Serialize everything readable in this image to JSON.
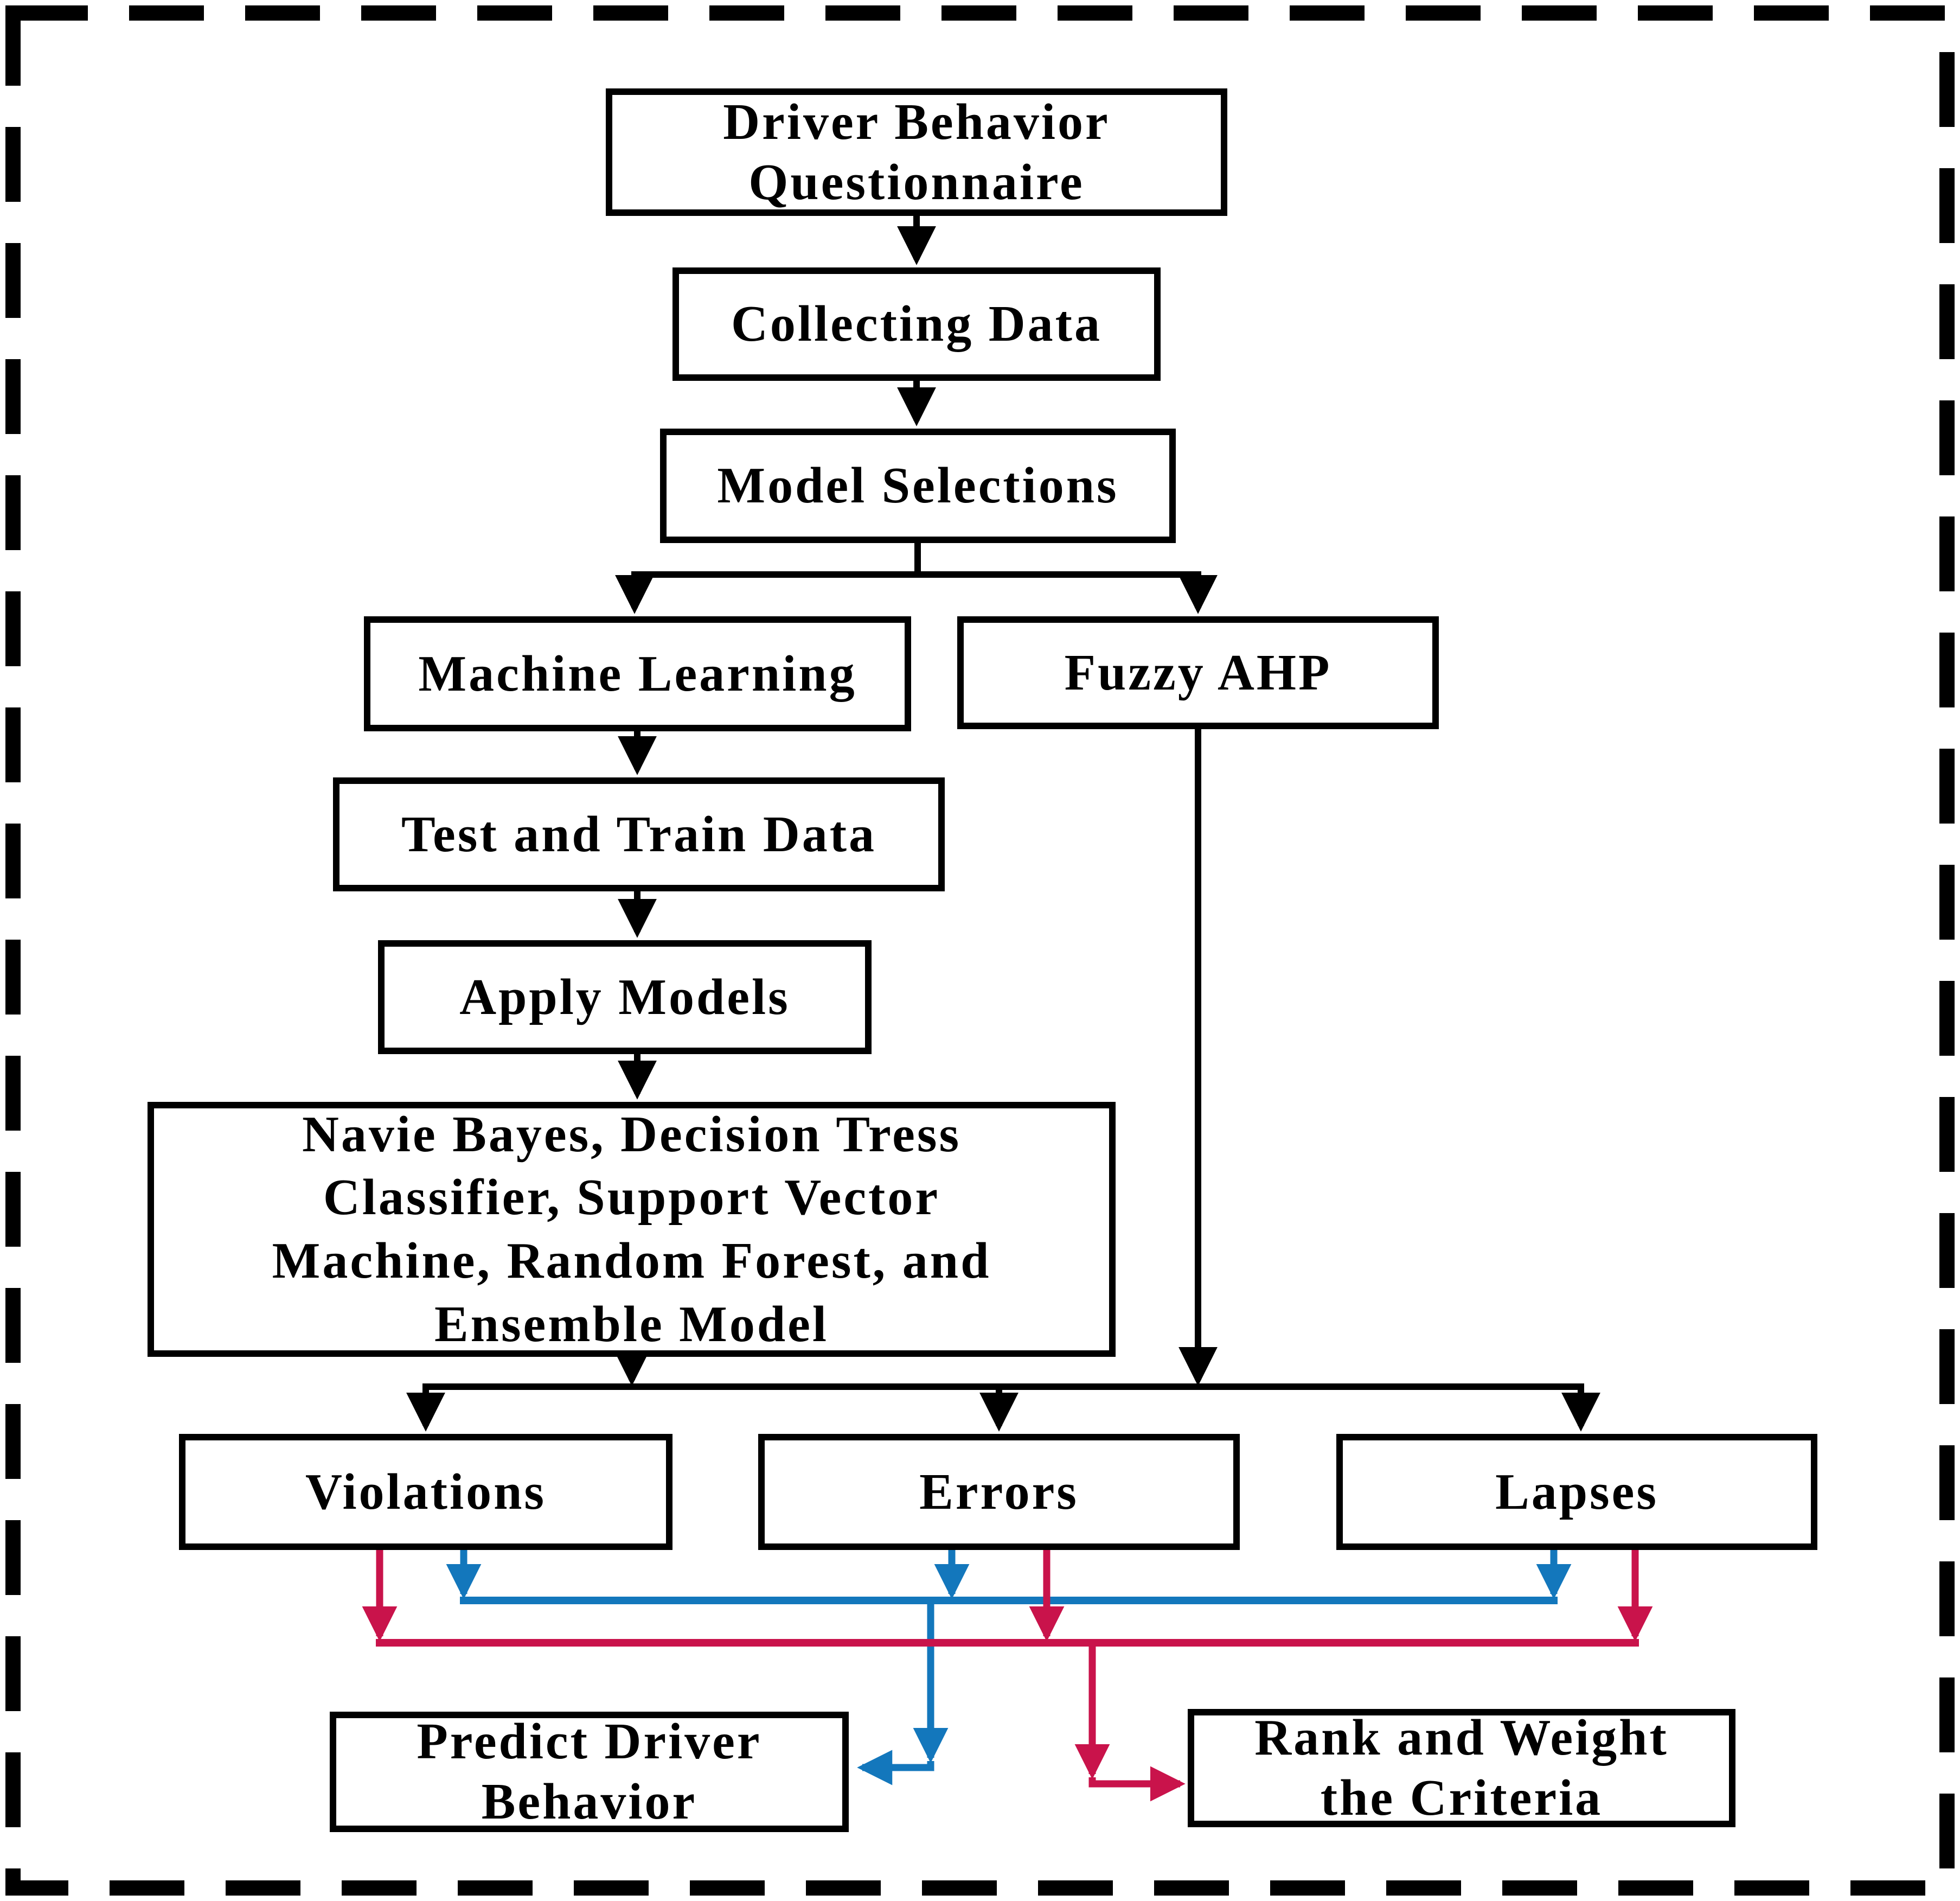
{
  "diagram": {
    "title": "Driver Behavior Questionnaire methodology flowchart",
    "colors": {
      "black": "#000000",
      "blue": "#1377BC",
      "red": "#C9134B",
      "background": "#FFFFFF"
    },
    "boxes": {
      "dbq": {
        "label": "Driver Behavior\nQuestionnaire"
      },
      "collecting": {
        "label": "Collecting Data"
      },
      "model_selections": {
        "label": "Model Selections"
      },
      "machine_learning": {
        "label": "Machine Learning"
      },
      "fuzzy_ahp": {
        "label": "Fuzzy AHP"
      },
      "test_train": {
        "label": "Test and Train Data"
      },
      "apply_models": {
        "label": "Apply Models"
      },
      "models_list": {
        "label": "Navie Bayes, Decision Tress\nClassifier, Support Vector\nMachine, Random Forest, and\nEnsemble Model"
      },
      "violations": {
        "label": "Violations"
      },
      "errors": {
        "label": "Errors"
      },
      "lapses": {
        "label": "Lapses"
      },
      "predict": {
        "label": "Predict Driver\nBehavior"
      },
      "rank": {
        "label": "Rank and Weight\nthe Criteria"
      }
    },
    "connections": [
      {
        "from": "dbq",
        "to": "collecting",
        "color": "black"
      },
      {
        "from": "collecting",
        "to": "model_selections",
        "color": "black"
      },
      {
        "from": "model_selections",
        "to": "machine_learning",
        "color": "black"
      },
      {
        "from": "model_selections",
        "to": "fuzzy_ahp",
        "color": "black"
      },
      {
        "from": "machine_learning",
        "to": "test_train",
        "color": "black"
      },
      {
        "from": "test_train",
        "to": "apply_models",
        "color": "black"
      },
      {
        "from": "apply_models",
        "to": "models_list",
        "color": "black"
      },
      {
        "from": "models_list",
        "to": "violations",
        "color": "black"
      },
      {
        "from": "models_list",
        "to": "errors",
        "color": "black"
      },
      {
        "from": "models_list",
        "to": "lapses",
        "color": "black"
      },
      {
        "from": "fuzzy_ahp",
        "to": "violations",
        "color": "black"
      },
      {
        "from": "fuzzy_ahp",
        "to": "errors",
        "color": "black"
      },
      {
        "from": "fuzzy_ahp",
        "to": "lapses",
        "color": "black"
      },
      {
        "from": "violations",
        "to": "predict",
        "color": "blue"
      },
      {
        "from": "errors",
        "to": "predict",
        "color": "blue"
      },
      {
        "from": "lapses",
        "to": "predict",
        "color": "blue"
      },
      {
        "from": "violations",
        "to": "rank",
        "color": "red"
      },
      {
        "from": "errors",
        "to": "rank",
        "color": "red"
      },
      {
        "from": "lapses",
        "to": "rank",
        "color": "red"
      }
    ]
  }
}
